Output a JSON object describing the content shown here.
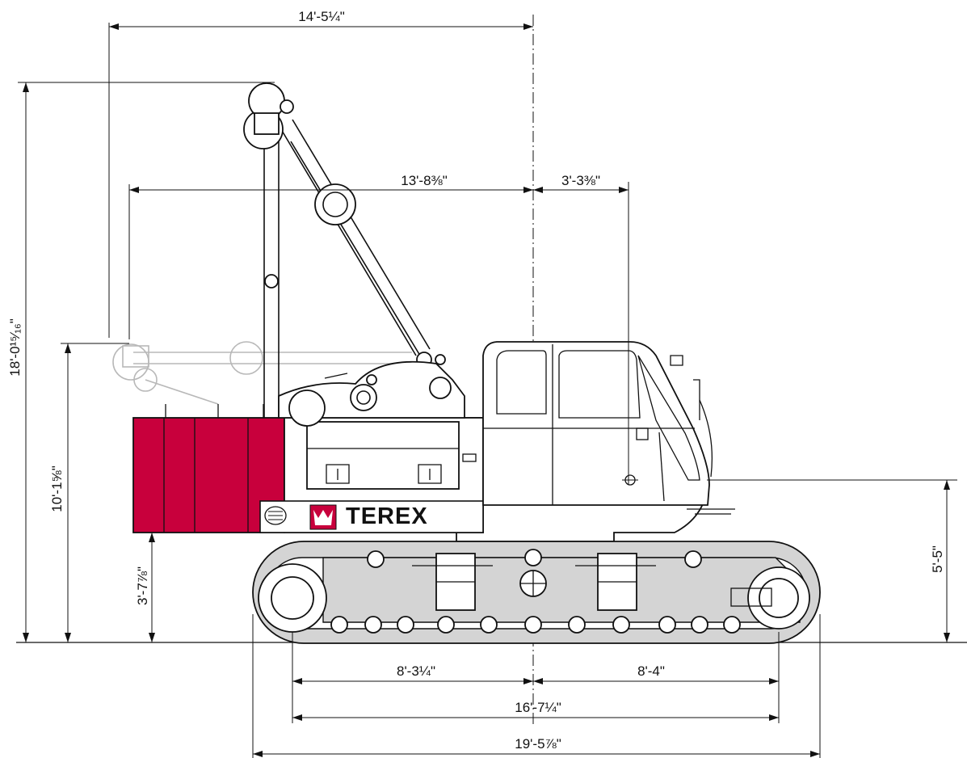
{
  "brand": {
    "name": "TEREX",
    "accent_color": "#c8003c"
  },
  "dimensions": {
    "boom_reach_top": "14'-5¼\"",
    "boom_reach_low": "13'-8⅜\"",
    "cab_offset": "3'-3⅜\"",
    "overall_height": "18'-0¹⁵⁄₁₆\"",
    "lowered_boom_height": "10'-1⅝\"",
    "counterweight_clearance": "3'-7⅞\"",
    "eye_height": "5'-5\"",
    "track_front": "8'-3¼\"",
    "track_rear": "8'-4\"",
    "tumbler_centers": "16'-7¼\"",
    "overall_track_length": "19'-5⅞\""
  },
  "colors": {
    "counterweight": "#c8003c",
    "track_fill": "#d4d4d4",
    "ghost_boom": "#b8b8b8"
  }
}
